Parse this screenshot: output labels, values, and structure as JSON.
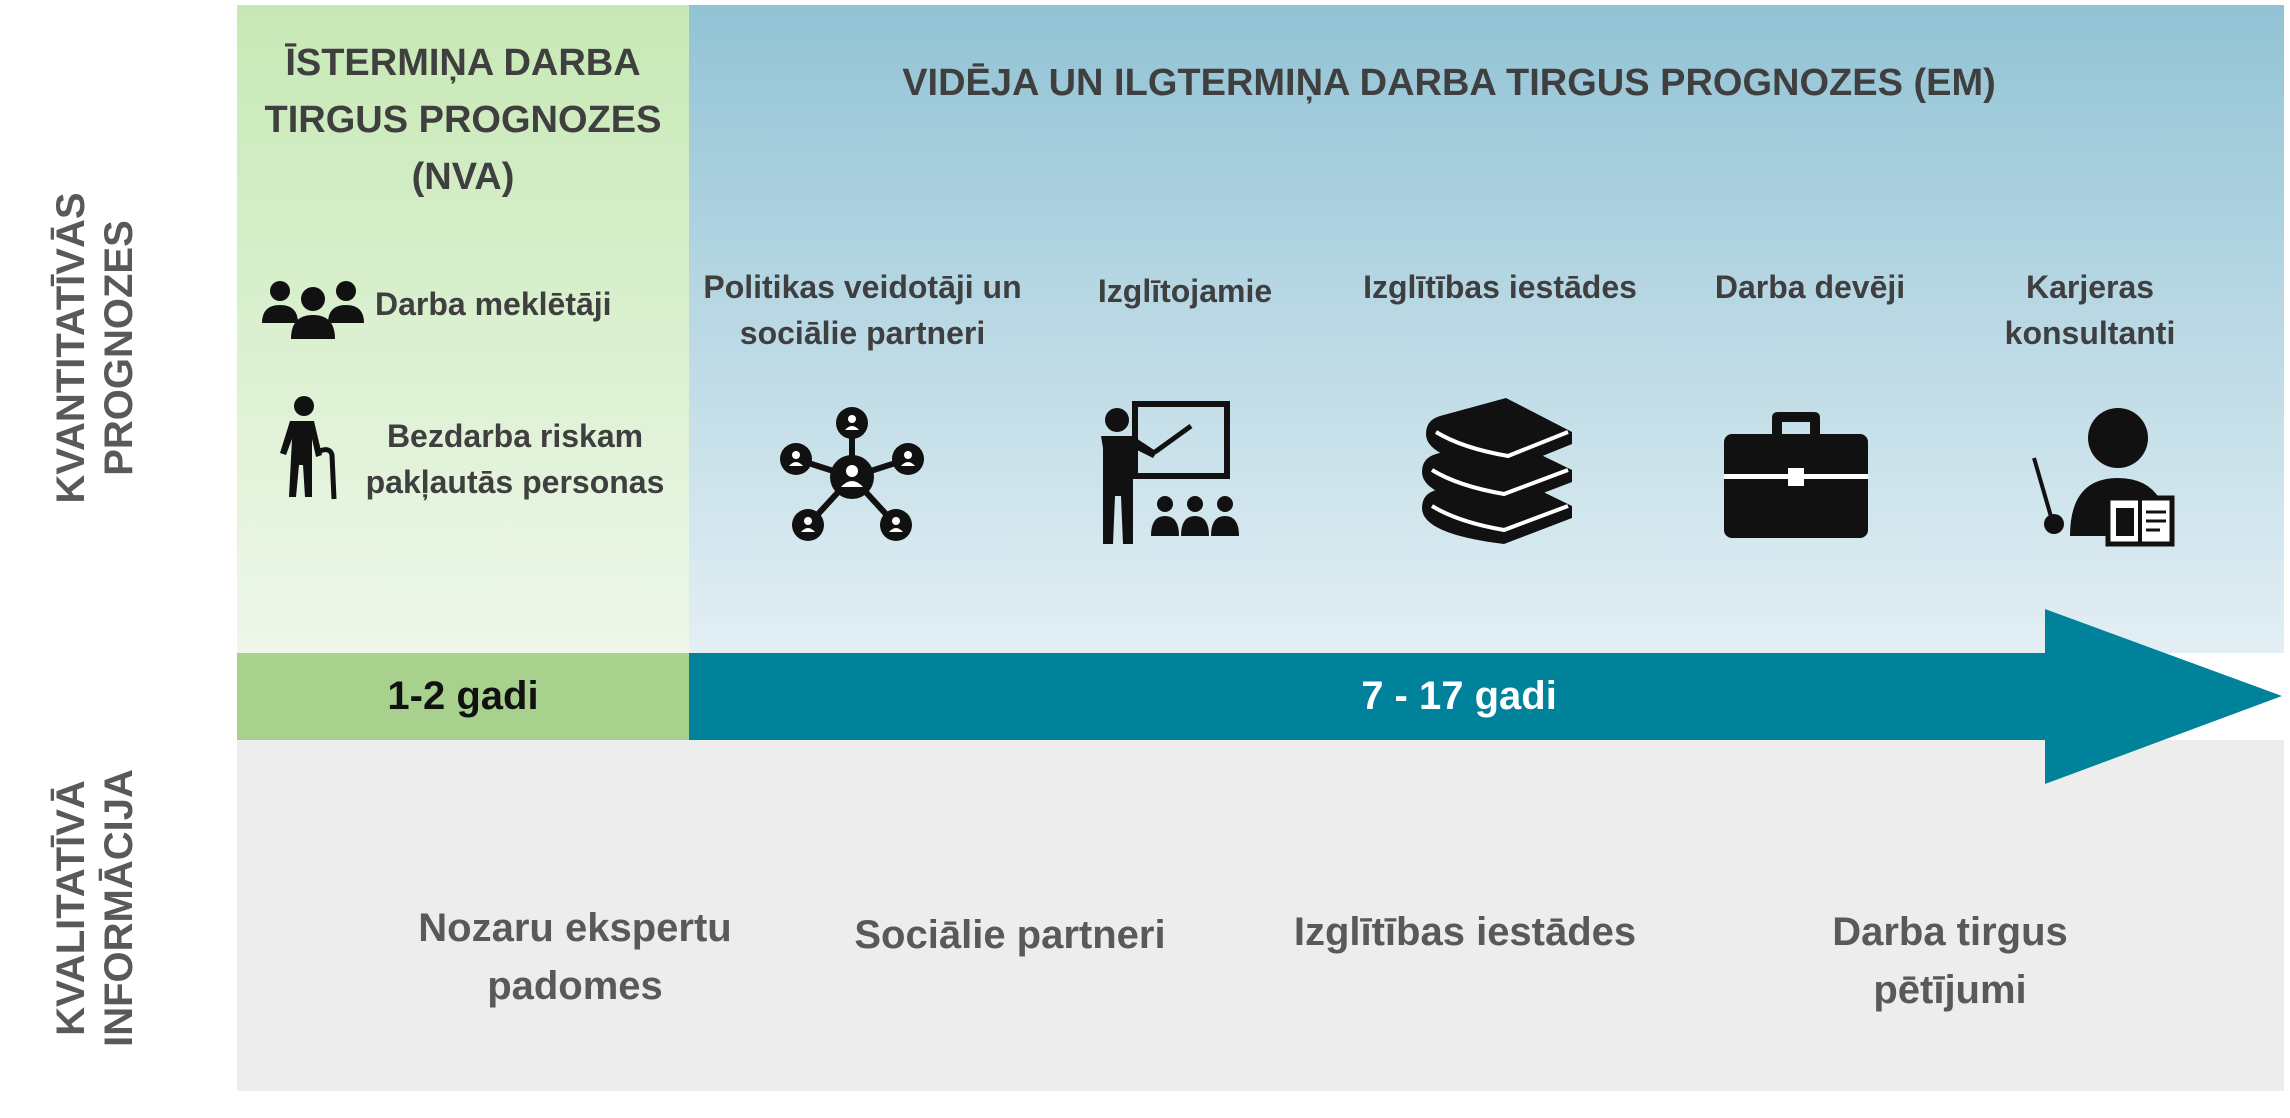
{
  "side_labels": {
    "quantitative": "KVANTITATĪVĀS PROGNOZES",
    "qualitative": "KVALITATĪVĀ INFORMĀCIJA"
  },
  "short_term": {
    "title": "ĪSTERMIŅA DARBA TIRGUS PROGNOZES (NVA)",
    "groups": [
      {
        "label": "Darba meklētāji",
        "icon": "people-group-icon"
      },
      {
        "label": "Bezdarba riskam pakļautās personas",
        "icon": "elderly-person-icon"
      }
    ],
    "horizon": "1-2 gadi"
  },
  "long_term": {
    "title": "VIDĒJA UN ILGTERMIŅA DARBA TIRGUS PROGNOZES (EM)",
    "audiences": [
      {
        "label": "Politikas veidotāji un sociālie partneri",
        "icon": "network-icon"
      },
      {
        "label": "Izglītojamie",
        "icon": "teacher-board-icon"
      },
      {
        "label": "Izglītības iestādes",
        "icon": "books-icon"
      },
      {
        "label": "Darba devēji",
        "icon": "briefcase-icon"
      },
      {
        "label": "Karjeras konsultanti",
        "icon": "consultant-icon"
      }
    ],
    "horizon": "7 - 17 gadi"
  },
  "qualitative": {
    "sources": [
      "Nozaru ekspertu padomes",
      "Sociālie partneri",
      "Izglītības iestādes",
      "Darba tirgus pētījumi"
    ]
  },
  "colors": {
    "green_bar": "#a9d18e",
    "arrow": "#00829b",
    "green_panel": "#c7e9b5",
    "blue_panel": "#92c3d5",
    "grey_panel": "#ededed",
    "icon": "#111111"
  }
}
